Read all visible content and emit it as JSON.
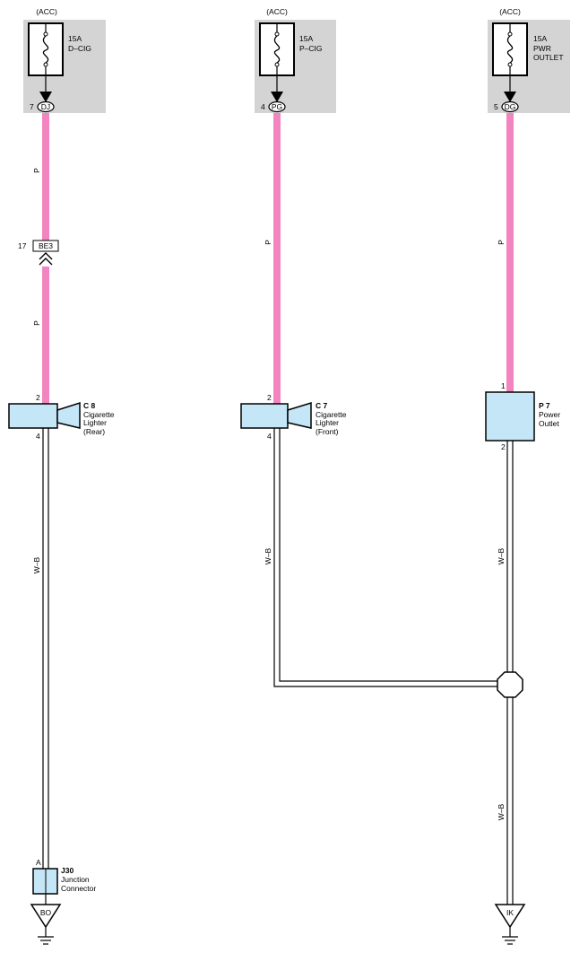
{
  "colors": {
    "wire_pink": "#f285c0",
    "fuse_box_bg": "#d4d4d4",
    "component_fill": "#c4e6f6",
    "line": "#000000"
  },
  "circuit_left": {
    "supply_label": "(ACC)",
    "fuse_rating": "15A",
    "fuse_name": "D–CIG",
    "fuse_icon": "fuse-icon",
    "terminal_pin": "7",
    "terminal_code": "DJ",
    "wire_color_upper": "P",
    "inline_connector_pin": "17",
    "inline_connector_code": "BE3",
    "wire_color_lower": "P",
    "component_pin_in": "2",
    "component_code": "C 8",
    "component_name_1": "Cigarette",
    "component_name_2": "Lighter",
    "component_name_3": "(Rear)",
    "component_pin_out": "4",
    "ground_wire_color": "W–B",
    "junction_pin": "A",
    "junction_code": "J30",
    "junction_name_1": "Junction",
    "junction_name_2": "Connector",
    "ground_code": "BO"
  },
  "circuit_middle": {
    "supply_label": "(ACC)",
    "fuse_rating": "15A",
    "fuse_name": "P–CIG",
    "fuse_icon": "fuse-icon",
    "terminal_pin": "4",
    "terminal_code": "PG",
    "wire_color": "P",
    "component_pin_in": "2",
    "component_code": "C 7",
    "component_name_1": "Cigarette",
    "component_name_2": "Lighter",
    "component_name_3": "(Front)",
    "component_pin_out": "4",
    "ground_wire_color": "W–B"
  },
  "circuit_right": {
    "supply_label": "(ACC)",
    "fuse_rating": "15A",
    "fuse_name_1": "PWR",
    "fuse_name_2": "OUTLET",
    "fuse_icon": "fuse-icon",
    "terminal_pin": "5",
    "terminal_code": "DG",
    "wire_color": "P",
    "component_pin_in": "1",
    "component_code": "P 7",
    "component_name_1": "Power",
    "component_name_2": "Outlet",
    "component_pin_out": "2",
    "ground_wire_color_upper": "W–B",
    "ground_wire_color_lower": "W–B",
    "ground_code": "IK"
  }
}
